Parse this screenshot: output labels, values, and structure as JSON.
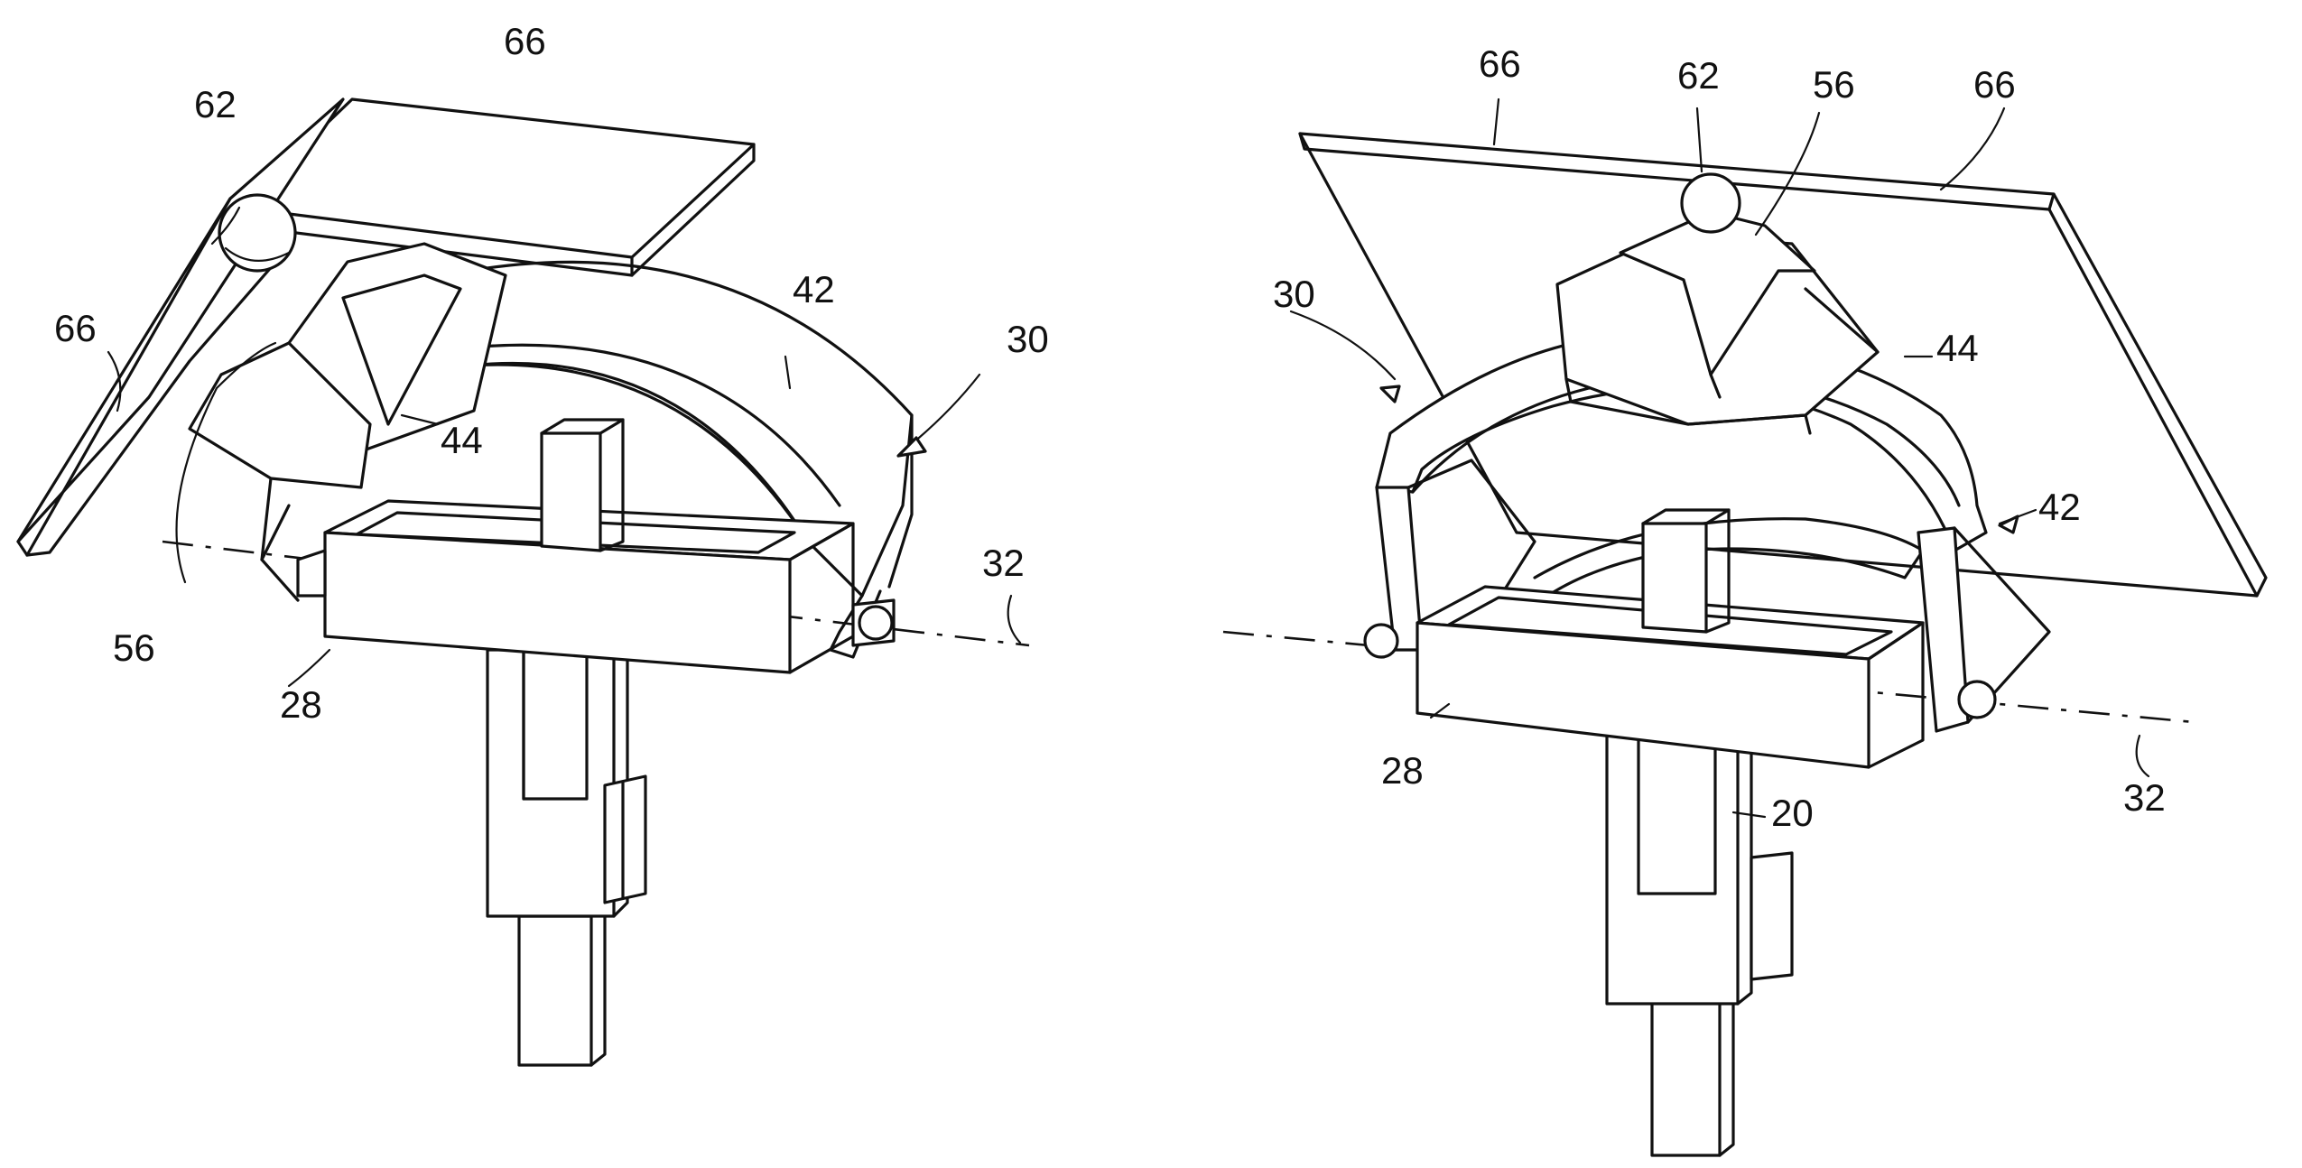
{
  "figures": [
    {
      "id": "left",
      "labels": {
        "top_plate": "66",
        "side_plate": "66",
        "ball_joint": "62",
        "arc_frame": "42",
        "frame_arrow": "30",
        "slider_block": "44",
        "bracket": "56",
        "axis": "32",
        "cross_beam": "28"
      }
    },
    {
      "id": "right",
      "labels": {
        "plate_left": "66",
        "plate_right": "66",
        "ball_joint": "62",
        "bracket": "56",
        "frame_arrow": "30",
        "slider_block": "44",
        "arc_frame": "42",
        "cross_beam": "28",
        "axis": "32",
        "post": "20"
      }
    }
  ]
}
